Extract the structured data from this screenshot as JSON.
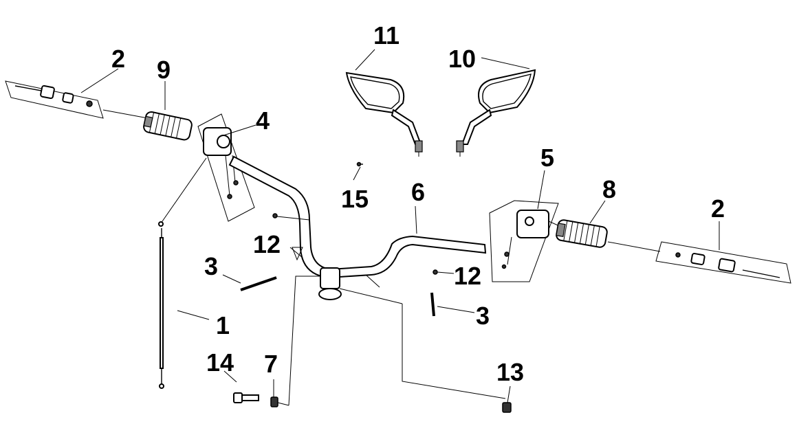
{
  "diagram": {
    "callouts": [
      {
        "id": "label-1",
        "text": "1"
      },
      {
        "id": "label-2-left",
        "text": "2"
      },
      {
        "id": "label-2-right",
        "text": "2"
      },
      {
        "id": "label-3-left",
        "text": "3"
      },
      {
        "id": "label-3-right",
        "text": "3"
      },
      {
        "id": "label-4",
        "text": "4"
      },
      {
        "id": "label-5",
        "text": "5"
      },
      {
        "id": "label-6",
        "text": "6"
      },
      {
        "id": "label-7",
        "text": "7"
      },
      {
        "id": "label-8",
        "text": "8"
      },
      {
        "id": "label-9",
        "text": "9"
      },
      {
        "id": "label-10",
        "text": "10"
      },
      {
        "id": "label-11",
        "text": "11"
      },
      {
        "id": "label-12-left",
        "text": "12"
      },
      {
        "id": "label-12-right",
        "text": "12"
      },
      {
        "id": "label-13",
        "text": "13"
      },
      {
        "id": "label-14",
        "text": "14"
      },
      {
        "id": "label-15",
        "text": "15"
      }
    ]
  }
}
